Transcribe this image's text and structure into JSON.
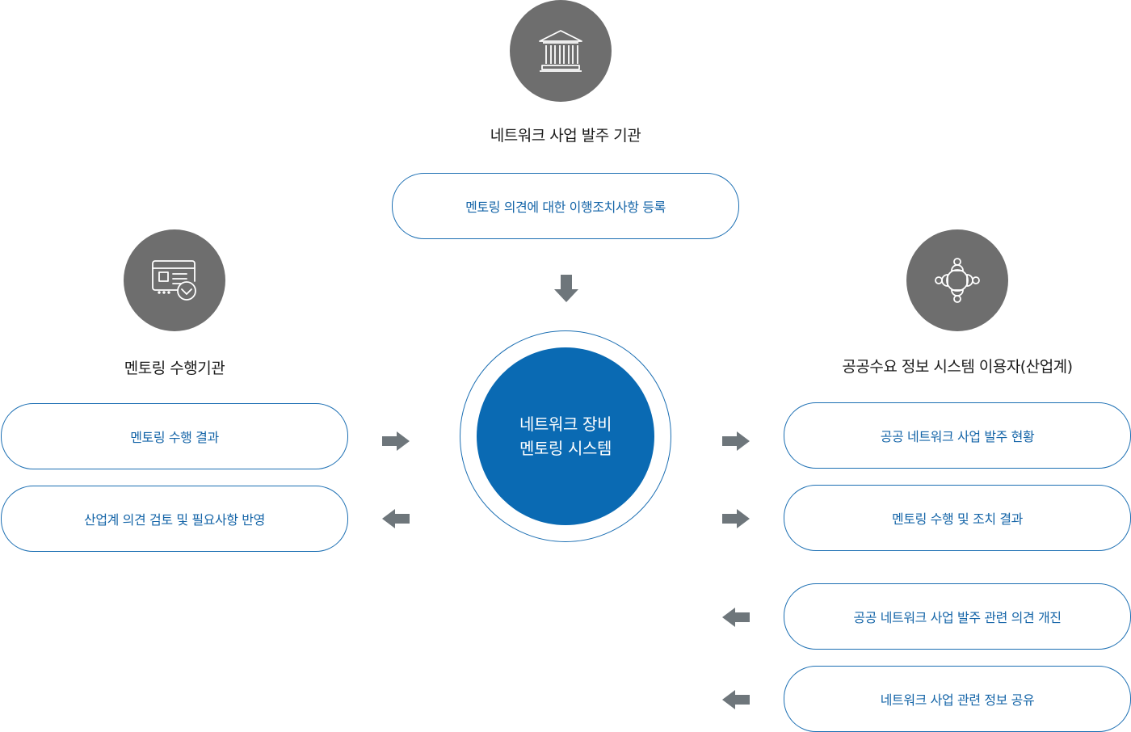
{
  "top": {
    "icon": "government-building-icon",
    "title": "네트워크 사업 발주 기관",
    "box": "멘토링 의견에 대한 이행조치사항 등록"
  },
  "left": {
    "icon": "document-check-icon",
    "title": "멘토링 수행기관",
    "boxes": [
      "멘토링 수행 결과",
      "산업계 의견 검토 및 필요사항 반영"
    ]
  },
  "right": {
    "icon": "people-network-icon",
    "title": "공공수요 정보 시스템 이용자(산업계)",
    "boxes": [
      "공공 네트워크 사업 발주 현황",
      "멘토링 수행 및 조치 결과",
      "공공 네트워크 사업 발주 관련 의견 개진",
      "네트워크 사업 관련 정보 공유"
    ]
  },
  "center": {
    "line1": "네트워크 장비",
    "line2": "멘토링 시스템"
  },
  "colors": {
    "accent": "#0a6ab3",
    "border": "#1c6fb3",
    "icon_bg": "#6e6e6e",
    "arrow": "#6e767b"
  }
}
